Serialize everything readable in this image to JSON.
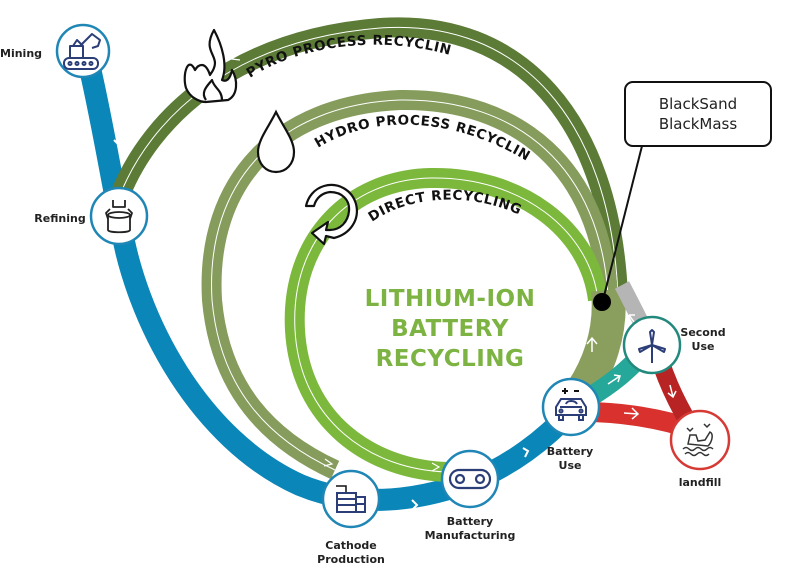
{
  "diagram": {
    "title_lines": [
      "LITHIUM-ION",
      "BATTERY",
      "RECYCLING"
    ],
    "callout_lines": [
      "BlackSand",
      "BlackMass"
    ],
    "recycling_loops": [
      {
        "id": "pyro",
        "label": "PYRO PROCESS RECYCLING",
        "icon": "flame-icon",
        "color": "#5b7b36"
      },
      {
        "id": "hydro",
        "label": "HYDRO PROCESS RECYCLING",
        "icon": "water-drop-icon",
        "color": "#869c5c"
      },
      {
        "id": "direct",
        "label": "DIRECT RECYCLING",
        "icon": "recycle-arrow-icon",
        "color": "#7cb83c"
      }
    ],
    "stages": [
      {
        "id": "mining",
        "label_lines": [
          "Mining"
        ],
        "icon": "excavator-icon"
      },
      {
        "id": "refining",
        "label_lines": [
          "Refining"
        ],
        "icon": "crucible-icon"
      },
      {
        "id": "cathode",
        "label_lines": [
          "Cathode",
          "Production"
        ],
        "icon": "cathode-stack-icon"
      },
      {
        "id": "manufacturing",
        "label_lines": [
          "Battery",
          "Manufacturing"
        ],
        "icon": "conveyor-icon"
      },
      {
        "id": "battery_use",
        "label_lines": [
          "Battery",
          "Use"
        ],
        "icon": "electric-car-icon"
      },
      {
        "id": "second_use",
        "label_lines": [
          "Second",
          "Use"
        ],
        "icon": "wind-turbine-icon"
      },
      {
        "id": "landfill",
        "label_lines": [
          "landfill"
        ],
        "icon": "landfill-icon"
      }
    ],
    "colors": {
      "primary_flow": "#0a86b8",
      "second_use_flow": "#25a899",
      "landfill_flow": "#d8312e",
      "return_flow": "#b5b5b5",
      "merged_flow": "#8a9f5e",
      "title": "#7db342",
      "icon_navy": "#2c3e78",
      "ring_blue": "#1f86b5",
      "ring_teal": "#23897d",
      "ring_red": "#d63a35"
    }
  }
}
